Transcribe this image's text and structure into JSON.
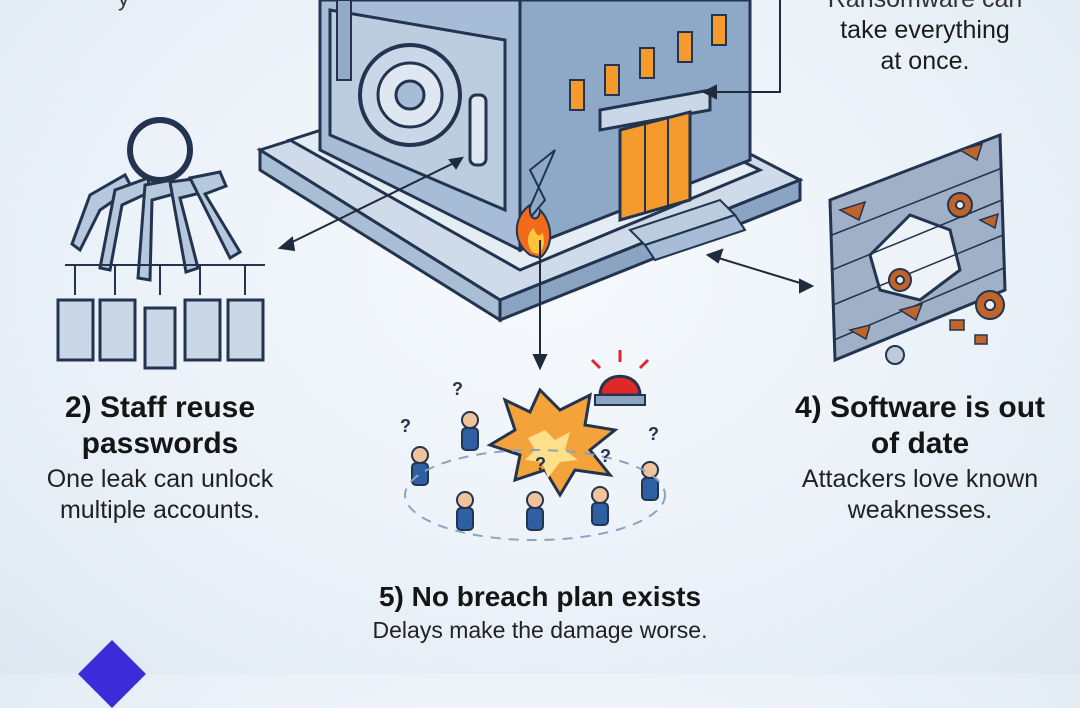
{
  "top_caption": {
    "line1": "Ransomware can",
    "line2": "take everything",
    "line3": "at once."
  },
  "corner_fragment": "y",
  "item2": {
    "title": "2) Staff reuse passwords",
    "body": "One leak can unlock multiple accounts."
  },
  "item4": {
    "title": "4) Software is out of date",
    "body": "Attackers love known weaknesses."
  },
  "item5": {
    "title": "5) No breach plan exists",
    "body": "Delays make the damage worse."
  },
  "colors": {
    "building": "#9fb6d2",
    "building_dark": "#5f7fa6",
    "window": "#f59a2c",
    "brick": "#b5c4d6",
    "rust": "#c0652a",
    "alarm": "#e02828",
    "logo": "#3b2bd8"
  },
  "icons": [
    "bank-vault-building-icon",
    "key-ring-icon",
    "door-icon",
    "broken-wall-icon",
    "gear-icon",
    "fire-icon",
    "alarm-light-icon",
    "explosion-icon",
    "running-people-icon",
    "question-mark-icon",
    "arrow-icon"
  ]
}
